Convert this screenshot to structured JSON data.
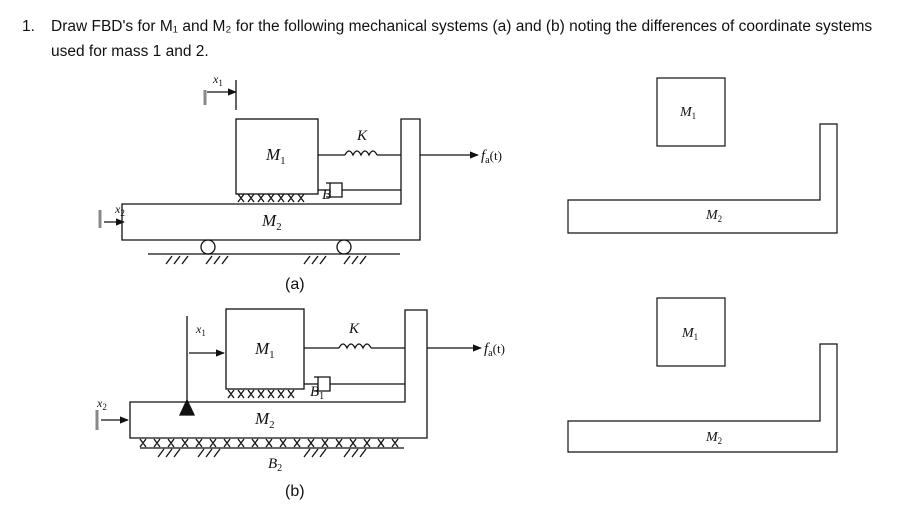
{
  "question": {
    "number": "1.",
    "text": "Draw FBD's for M₁ and M₂ for the following mechanical systems (a) and (b) noting the differences of coordinate systems used for mass 1 and 2."
  },
  "figure_a": {
    "caption": "(a)",
    "mass1": "M",
    "mass1_sub": "1",
    "mass2": "M",
    "mass2_sub": "2",
    "spring": "K",
    "damper": "B",
    "force": "f",
    "force_sub": "a",
    "force_arg": "(t)",
    "coord1": "x",
    "coord1_sub": "1",
    "coord2": "x",
    "coord2_sub": "2"
  },
  "figure_b": {
    "caption": "(b)",
    "mass1": "M",
    "mass1_sub": "1",
    "mass2": "M",
    "mass2_sub": "2",
    "spring": "K",
    "damper1": "B",
    "damper1_sub": "1",
    "damper2": "B",
    "damper2_sub": "2",
    "force": "f",
    "force_sub": "a",
    "force_arg": "(t)",
    "coord1": "x",
    "coord1_sub": "1",
    "coord2": "x",
    "coord2_sub": "2"
  },
  "fbd_a": {
    "mass1": "M",
    "mass1_sub": "1",
    "mass2": "M",
    "mass2_sub": "2"
  },
  "fbd_b": {
    "mass1": "M",
    "mass1_sub": "1",
    "mass2": "M",
    "mass2_sub": "2"
  }
}
